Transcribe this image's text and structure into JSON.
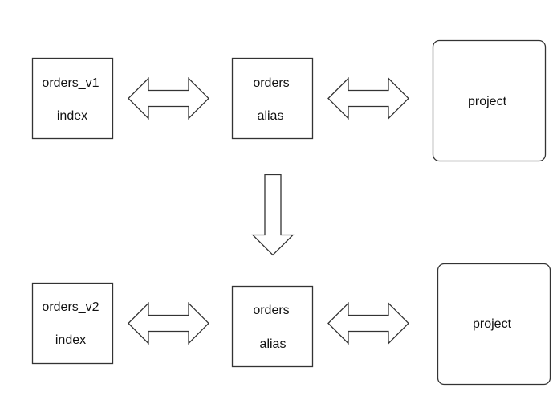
{
  "diagram": {
    "before": {
      "index": {
        "line1": "orders_v1",
        "line2": "index"
      },
      "alias": {
        "line1": "orders",
        "line2": "alias"
      },
      "project": {
        "label": "project"
      }
    },
    "after": {
      "index": {
        "line1": "orders_v2",
        "line2": "index"
      },
      "alias": {
        "line1": "orders",
        "line2": "alias"
      },
      "project": {
        "label": "project"
      }
    }
  }
}
